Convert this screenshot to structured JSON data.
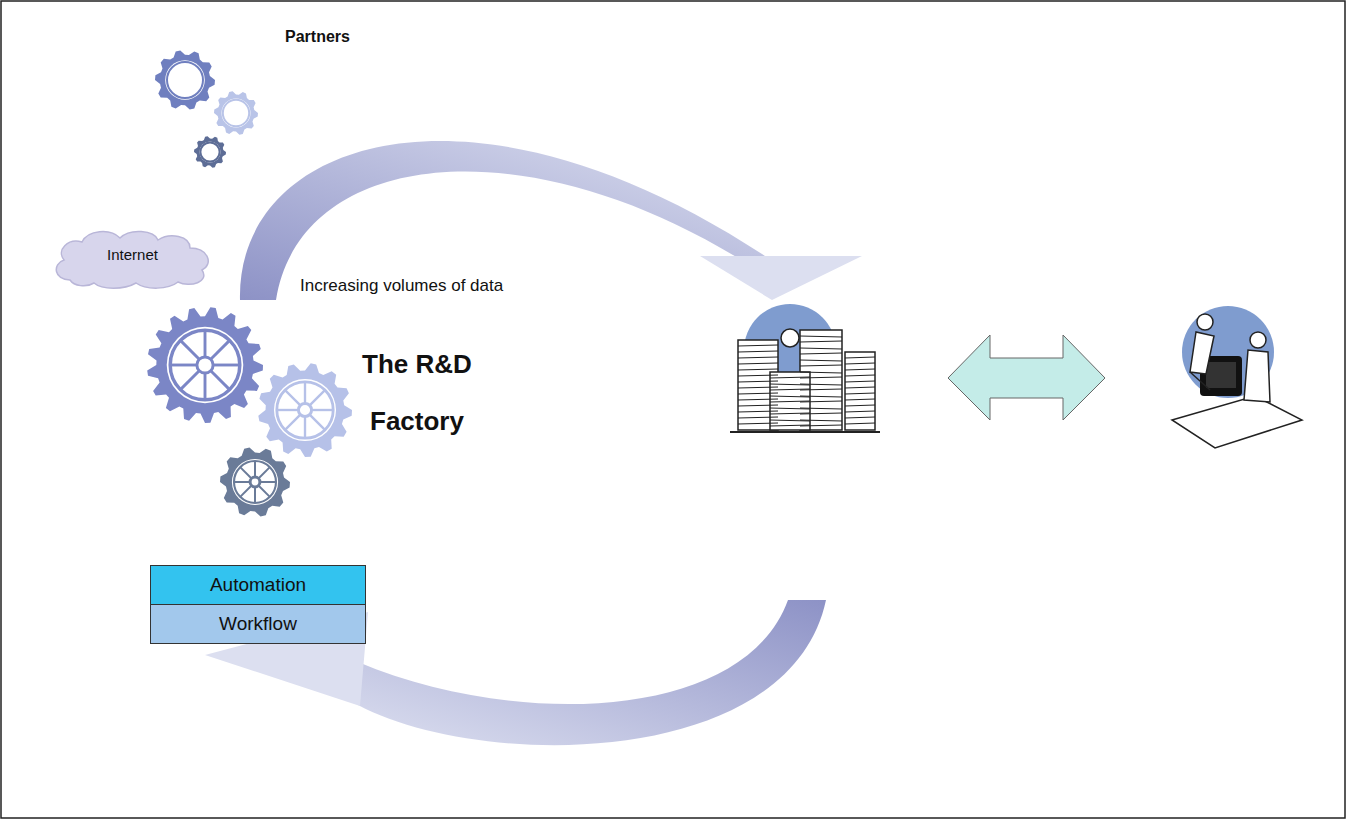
{
  "diagram": {
    "nodes": [
      {
        "text": [
          "Internet"
        ]
      },
      {
        "text": [
          "Automation"
        ]
      },
      {
        "text": [
          "Workflow"
        ]
      }
    ],
    "labels": [
      "Partners",
      "Increasing volumes of data",
      "The R&D Factory"
    ]
  }
}
